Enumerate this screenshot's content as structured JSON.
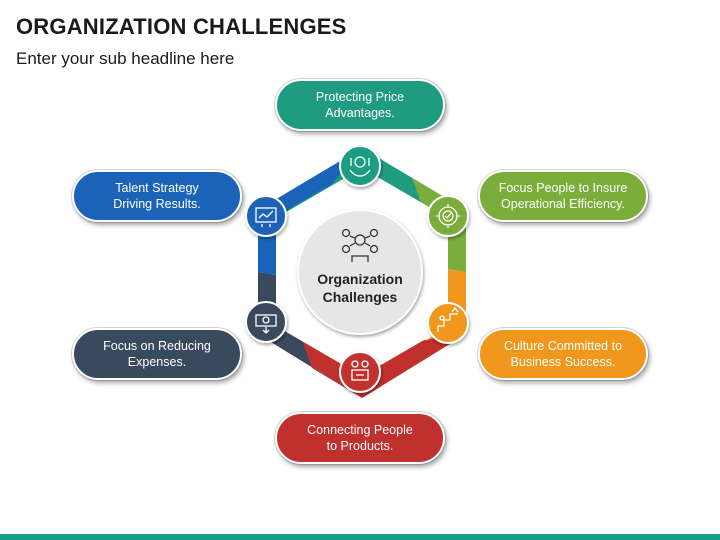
{
  "header": {
    "title": "ORGANIZATION CHALLENGES",
    "subtitle": "Enter your sub headline here"
  },
  "center": {
    "label": "Organization\nChallenges",
    "icon": "team-network-icon"
  },
  "items": [
    {
      "label": "Protecting Price\nAdvantages.",
      "color": "#1f9c80",
      "icon": "money-hands-icon"
    },
    {
      "label": "Focus People to Insure\nOperational Efficiency.",
      "color": "#7aad3a",
      "icon": "gear-check-icon"
    },
    {
      "label": "Culture Committed to\nBusiness Success.",
      "color": "#f0971c",
      "icon": "success-stairs-icon"
    },
    {
      "label": "Connecting People\nto Products.",
      "color": "#c0312e",
      "icon": "people-products-icon"
    },
    {
      "label": "Focus on Reducing\nExpenses.",
      "color": "#3a4a5e",
      "icon": "reduce-expense-icon"
    },
    {
      "label": "Talent Strategy\nDriving Results.",
      "color": "#1a63b8",
      "icon": "talent-chart-icon"
    }
  ]
}
